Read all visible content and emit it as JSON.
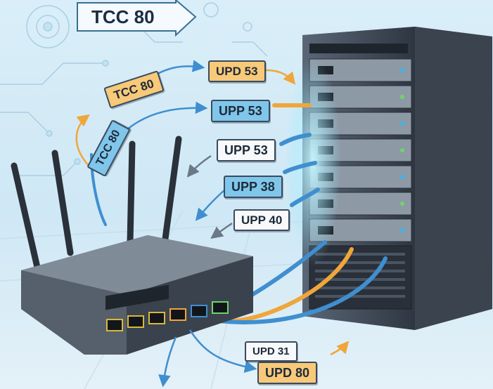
{
  "banner": {
    "text": "TCC 80"
  },
  "labels": {
    "arc_tcc": "TCC 80",
    "upd53_top": "UPD 53",
    "upp53_blue": "UPP 53",
    "tcc80_vertical": "TCC 80",
    "upp53_white": "UPP 53",
    "upp38": "UPP 38",
    "upp40": "UPP 40",
    "upd31": "UPD 31",
    "upd80": "UPD 80"
  },
  "colors": {
    "orange": "#f7c978",
    "blue": "#7fc6ea",
    "white": "#f7f9fb",
    "server_body": "#3c4552",
    "router_body": "#4a5360",
    "cable_orange": "#f0a63a",
    "cable_blue": "#3f8fd0",
    "glow": "#8fe6ff"
  }
}
